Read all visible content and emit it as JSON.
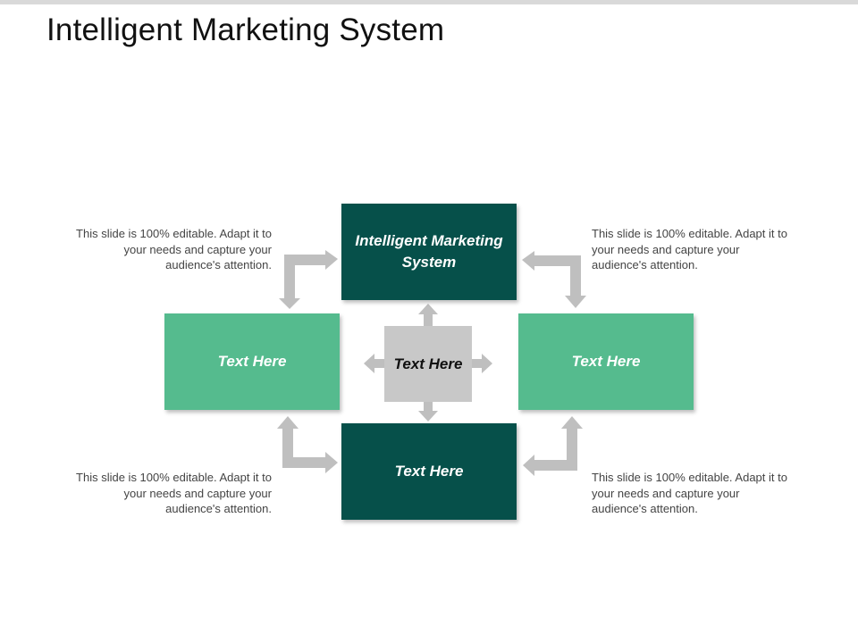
{
  "title": "Intelligent Marketing System",
  "colors": {
    "dark_teal": "#06504a",
    "light_green": "#55bb8e",
    "grey": "#c8c8c8",
    "arrow_grey": "#bfbfbf"
  },
  "boxes": {
    "top": "Intelligent Marketing System",
    "left": "Text Here",
    "right": "Text Here",
    "bottom": "Text Here",
    "center": "Text Here"
  },
  "notes": {
    "top_left": "This slide is 100% editable. Adapt it to your needs and capture your audience's attention.",
    "top_right": "This slide is 100% editable. Adapt it to your needs and capture your audience's attention.",
    "bottom_left": "This slide is 100% editable. Adapt it to your needs and capture your audience's attention.",
    "bottom_right": "This slide is 100% editable. Adapt it to your needs and capture your audience's attention."
  }
}
